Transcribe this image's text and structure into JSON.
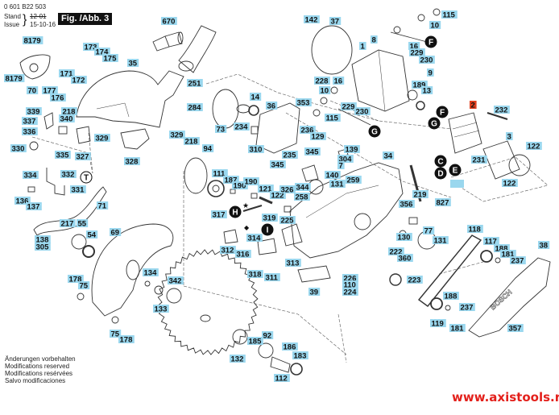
{
  "header": {
    "part_number": "0 601 B22 503",
    "stand_label": "Stand",
    "issue_label": "Issue",
    "stand_value": "12-01",
    "issue_value": "15-10-16",
    "figure": "Fig. /Abb. 3"
  },
  "notes": [
    "Änderungen vorbehalten",
    "Modifications reserved",
    "Modifications resérvées",
    "Salvo modificaciones"
  ],
  "website": "www.axistools.ru",
  "colors": {
    "label_bg": "#9ad7ee",
    "highlight_label_bg": "#e0401f",
    "marker": "#111111",
    "url": "#e3201b"
  },
  "parts": [
    "670",
    "8179",
    "173",
    "174",
    "175",
    "35",
    "8179",
    "70",
    "171",
    "172",
    "177",
    "176",
    "251",
    "284",
    "218",
    "339",
    "337",
    "340",
    "336",
    "329",
    "330",
    "335",
    "327",
    "328",
    "329",
    "218",
    "94",
    "73",
    "14",
    "36",
    "234",
    "310",
    "334",
    "332",
    "331",
    "71",
    "136",
    "137",
    "111",
    "187",
    "190",
    "190",
    "121",
    "122",
    "142",
    "37",
    "115",
    "10",
    "8",
    "1",
    "16",
    "229",
    "230",
    "9",
    "228",
    "16",
    "10",
    "189",
    "13",
    "229",
    "230",
    "353",
    "115",
    "2",
    "232",
    "3",
    "122",
    "236",
    "129",
    "139",
    "235",
    "345",
    "345",
    "304",
    "7",
    "231",
    "140",
    "259",
    "34",
    "344",
    "131",
    "122",
    "",
    "326",
    "258",
    "219",
    "827",
    "356",
    "138",
    "305",
    "217",
    "55",
    "54",
    "69",
    "317",
    "319",
    "314",
    "312",
    "316",
    "318",
    "311",
    "178",
    "75",
    "134",
    "342",
    "133",
    "75",
    "178",
    "132",
    "185",
    "92",
    "225",
    "77",
    "130",
    "131",
    "222",
    "360",
    "313",
    "226",
    "110",
    "224",
    "39",
    "223",
    "118",
    "117",
    "188",
    "181",
    "237",
    "38",
    "188",
    "237",
    "119",
    "181",
    "357",
    "186",
    "183",
    "112"
  ],
  "highlighted_part": "2",
  "markers": [
    "F",
    "G",
    "F",
    "G",
    "C",
    "D",
    "E",
    "H",
    "I",
    "T"
  ]
}
